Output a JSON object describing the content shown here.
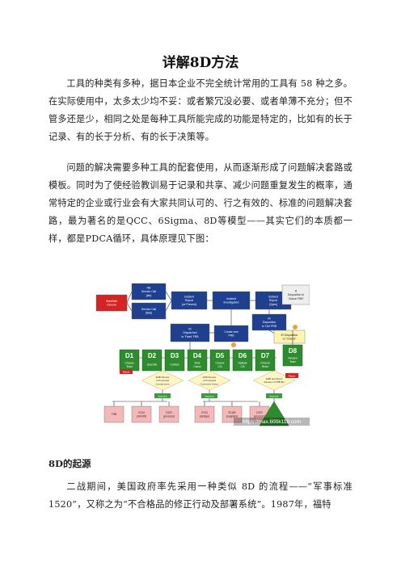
{
  "doc": {
    "title": "详解8D方法",
    "paragraphs": [
      "工具的种类有多种，据日本企业不完全统计常用的工具有 58 种之多。在实际使用中，太多太少均不妥：或者繁冗没必要、或者单薄不充分；但不管多还是少，相同之处是每种工具所能完成的功能是特定的，比如有的长于记录、有的长于分析、有的长于决策等。",
      "问题的解决需要多种工具的配套使用，从而逐渐形成了问题解决套路或模板。同时为了使经验教训易于记录和共享、减少问题重复发生的概率，通常特定的企业或行业会有大家共同认可的、行之有效的、标准的问题解决套路，最为著名的是QCC、6Sigma、8D等模型——其实它们的本质都一样，都是PDCA循环，具体原理见下图：",
      "二战期间，美国政府率先采用一种类似 8D 的流程——“军事标准1520”，又称之为“不合格品的修正行动及部署系统”。1987年，福特"
    ],
    "section_heading": "8D的起源"
  },
  "figure": {
    "top_boxes": [
      {
        "id": "start",
        "lines": [
          "Start/Bell",
          "Closure"
        ],
        "color": "#d42424"
      },
      {
        "id": "sc_nb",
        "lines": [
          "NB",
          "Service Call",
          "(lab)"
        ],
        "color": "#1f3f8f"
      },
      {
        "id": "sc_field",
        "lines": [
          "Service Call",
          "(field)"
        ],
        "color": "#1f3f8f"
      },
      {
        "id": "incident_report",
        "lines": [
          "Incident",
          "Report",
          "(w/ Prevent)"
        ],
        "color": "#1f3f8f"
      },
      {
        "id": "incident_inv",
        "lines": [
          "Incident",
          "Investigation"
        ],
        "color": "#1f3f8f"
      },
      {
        "id": "incident_report2",
        "lines": [
          "Incident",
          "Report",
          "(Open)"
        ],
        "color": "#1f3f8f"
      },
      {
        "id": "r_disposition",
        "lines": [
          "R",
          "Disposition to",
          "\"Actual FRB\""
        ],
        "color": "#eeeeee"
      },
      {
        "id": "ir_dispatched",
        "lines": [
          "IR",
          "Dispatched",
          "to 'Fixed' FRB"
        ],
        "color": "#1f3f8f"
      },
      {
        "id": "create_prb",
        "lines": [
          "Create new",
          "PRB"
        ],
        "color": "#1f3f8f"
      },
      {
        "id": "ir_disposition",
        "lines": [
          "IR",
          "Disposition",
          "to 'Old' PRB"
        ],
        "color": "#1f3f8f"
      },
      {
        "id": "ir_closure",
        "lines": [
          "IR Disposition",
          "to \"Closed\""
        ],
        "color": "#fff4b0"
      }
    ],
    "d_steps": [
      {
        "label": "D1",
        "sub": [
          "Choose",
          "Team"
        ]
      },
      {
        "label": "D2",
        "sub": [
          "Describe"
        ]
      },
      {
        "label": "D3",
        "sub": [
          "Contain"
        ]
      },
      {
        "label": "D4",
        "sub": [
          "Root",
          "Cause"
        ]
      },
      {
        "label": "D5",
        "sub": [
          "Choose",
          "C/A"
        ]
      },
      {
        "label": "D6",
        "sub": [
          "Validate",
          "C/A"
        ]
      },
      {
        "label": "D7",
        "sub": [
          "Prevent",
          "Recur"
        ]
      },
      {
        "label": "D8",
        "sub": [
          "Reward",
          "Team"
        ]
      }
    ],
    "reviews": [
      {
        "lines": [
          "ERB Review",
          "of Proposed",
          "Containment"
        ]
      },
      {
        "lines": [
          "FRB Review",
          "of Proposed",
          "Corrective Action"
        ]
      },
      {
        "lines": [
          "ERB and Mgmt",
          "Review of PRB 8D"
        ]
      }
    ],
    "approve_label": "Approve",
    "reject_label": "Reject",
    "bottom_boxes": [
      {
        "lines": [
          "TSB"
        ],
        "color": "#f3b8b8"
      },
      {
        "lines": [
          "ECN",
          "(retrofit)"
        ],
        "color": "#f3b8b8"
      },
      {
        "lines": [
          "DCR",
          "(process)"
        ],
        "color": "#f3b8b8"
      },
      {
        "lines": [
          "ECN",
          "(design)"
        ],
        "color": "#f3b8b8"
      },
      {
        "lines": [
          "SCAR",
          "(supplier)"
        ],
        "color": "#f3b8b8"
      },
      {
        "lines": [
          "DCR",
          "(process)"
        ],
        "color": "#f3b8b8"
      }
    ],
    "close_label": "Close",
    "watermark": "https://max.book118.com"
  }
}
